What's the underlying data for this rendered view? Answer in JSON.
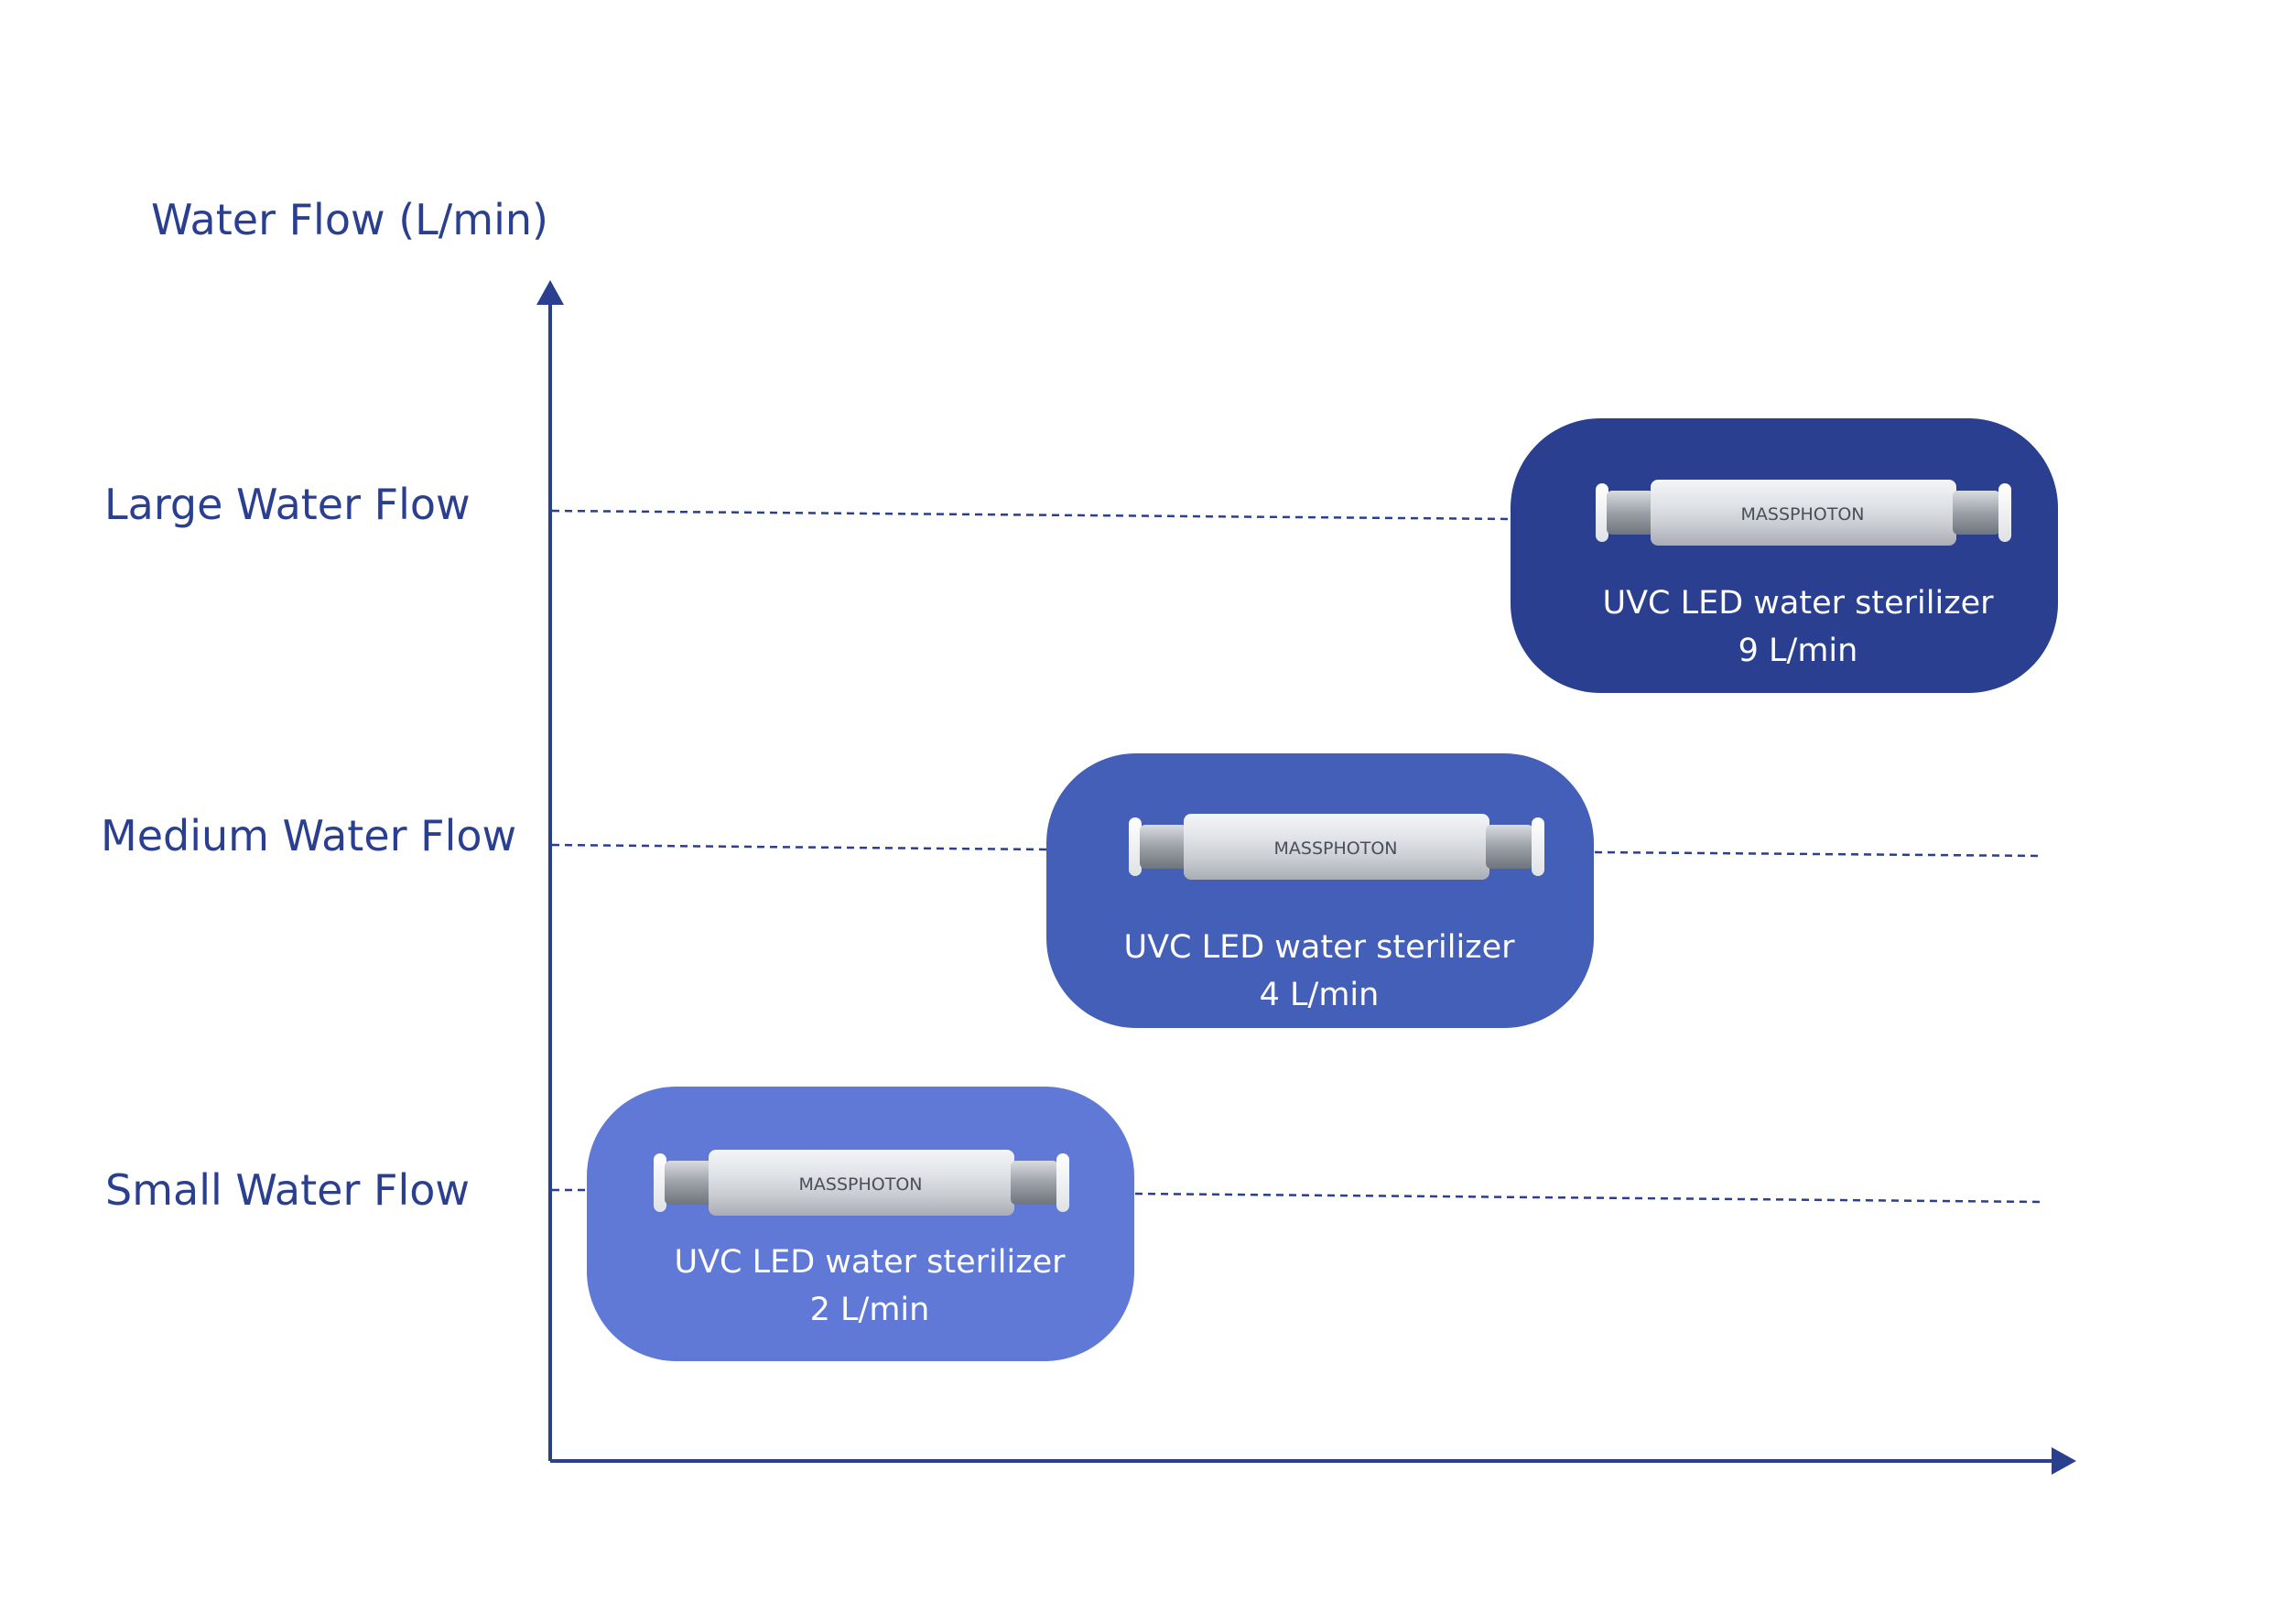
{
  "y_axis_label": "Water Flow (L/min)",
  "levels": [
    {
      "label": "Large Water Flow"
    },
    {
      "label": "Medium Water Flow"
    },
    {
      "label": "Small Water Flow"
    }
  ],
  "products": [
    {
      "name": "UVC LED water sterilizer",
      "flow": "9 L/min",
      "brand": "MASSPHOTON",
      "color": "#2a3f8f"
    },
    {
      "name": "UVC LED water sterilizer",
      "flow": "4 L/min",
      "brand": "MASSPHOTON",
      "color": "#445fb8"
    },
    {
      "name": "UVC LED water sterilizer",
      "flow": "2 L/min",
      "brand": "MASSPHOTON",
      "color": "#6079d6"
    }
  ],
  "colors": {
    "axis": "#2a3f8f",
    "text": "#2a3f8f",
    "dash": "#2a3f8f",
    "card_text": "#ffffff"
  },
  "icons": {
    "device": "uvc-sterilizer-tube-icon",
    "y_arrow": "arrow-up-icon",
    "x_arrow": "arrow-right-icon"
  }
}
